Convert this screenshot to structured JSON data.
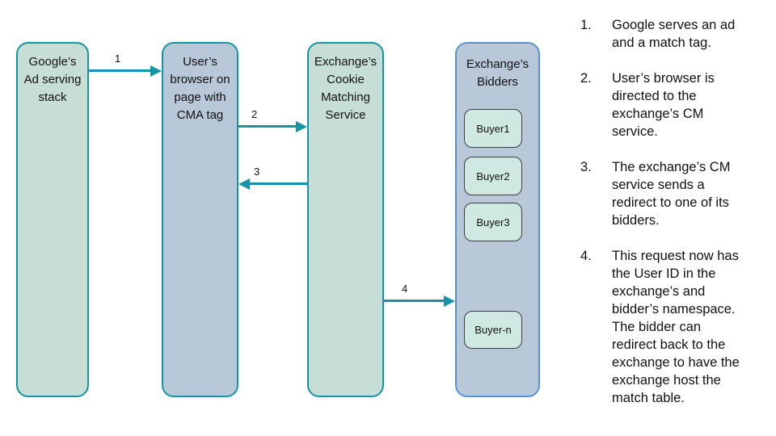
{
  "diagram": {
    "nodes": {
      "google": {
        "label": "Google’s\nAd serving\nstack"
      },
      "browser": {
        "label": "User’s\nbrowser on\npage with\nCMA tag"
      },
      "cm_service": {
        "label": "Exchange’s\nCookie\nMatching\nService"
      },
      "bidders": {
        "label": "Exchange’s\nBidders"
      }
    },
    "buyers": [
      "Buyer1",
      "Buyer2",
      "Buyer3",
      "Buyer-n"
    ],
    "arrows": [
      {
        "label": "1",
        "from": "google",
        "to": "browser",
        "direction": "right"
      },
      {
        "label": "2",
        "from": "browser",
        "to": "cm_service",
        "direction": "right"
      },
      {
        "label": "3",
        "from": "cm_service",
        "to": "browser",
        "direction": "left"
      },
      {
        "label": "4",
        "from": "cm_service",
        "to": "bidders",
        "direction": "right"
      }
    ],
    "colors": {
      "teal": "#1793a6",
      "green_fill": "#c7ded7",
      "blue_fill": "#b8c8d8",
      "bidders_border": "#5593d0",
      "buyer_fill": "#cfe8e2"
    }
  },
  "steps": [
    {
      "num": "1.",
      "text": "Google serves an ad\nand a match tag."
    },
    {
      "num": "2.",
      "text": "User’s browser is\ndirected to the\nexchange’s CM\nservice."
    },
    {
      "num": "3.",
      "text": "The exchange’s CM\nservice sends a\nredirect to one of its\nbidders."
    },
    {
      "num": "4.",
      "text": "This request now has\nthe User ID in the\nexchange’s and\nbidder’s namespace.\nThe bidder can\nredirect back to the\nexchange to have the\nexchange host the\nmatch table."
    }
  ]
}
